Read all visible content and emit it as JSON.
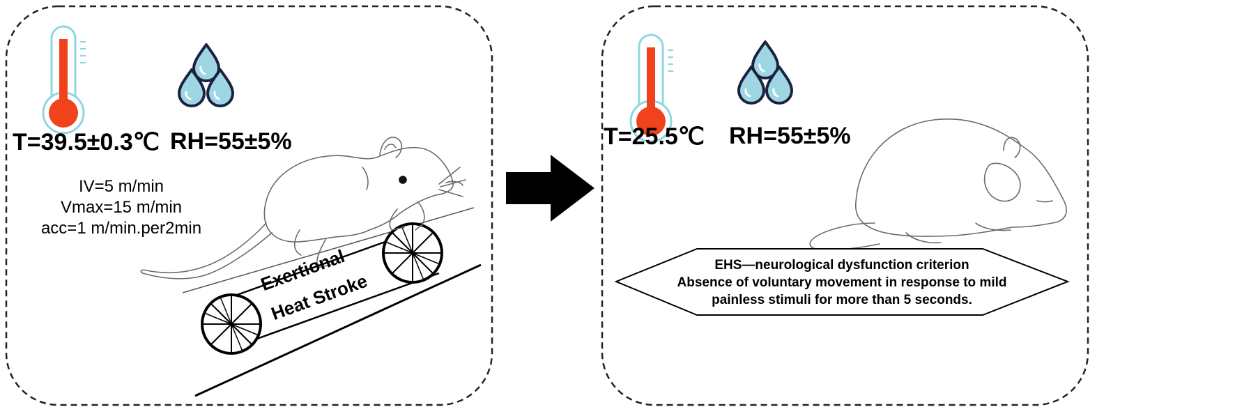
{
  "left_panel": {
    "temperature": "T=39.5±0.3℃",
    "humidity": "RH=55±5%",
    "params": [
      "IV=5 m/min",
      "Vmax=15 m/min",
      "acc=1 m/min.per2min"
    ],
    "treadmill_label_1": "Exertional",
    "treadmill_label_2": "Heat Stroke",
    "icons": [
      "thermometer-icon",
      "water-drops-icon",
      "running-rat-illustration",
      "treadmill-wheel-icon"
    ]
  },
  "right_panel": {
    "temperature": "T=25.5℃",
    "humidity": "RH=55±5%",
    "criterion_title": "EHS—neurological dysfunction criterion",
    "criterion_line_1": "Absence of voluntary movement in response to mild",
    "criterion_line_2": "painless stimuli for more than 5 seconds.",
    "icons": [
      "thermometer-icon",
      "water-drops-icon",
      "resting-rat-illustration"
    ]
  },
  "arrow": "right-arrow-icon",
  "colors": {
    "mercury": "#f0431c",
    "thermo_outline": "#8fd6e0",
    "drop_fill": "#9ed6e3",
    "drop_outline": "#1c2142",
    "border": "#222222"
  }
}
